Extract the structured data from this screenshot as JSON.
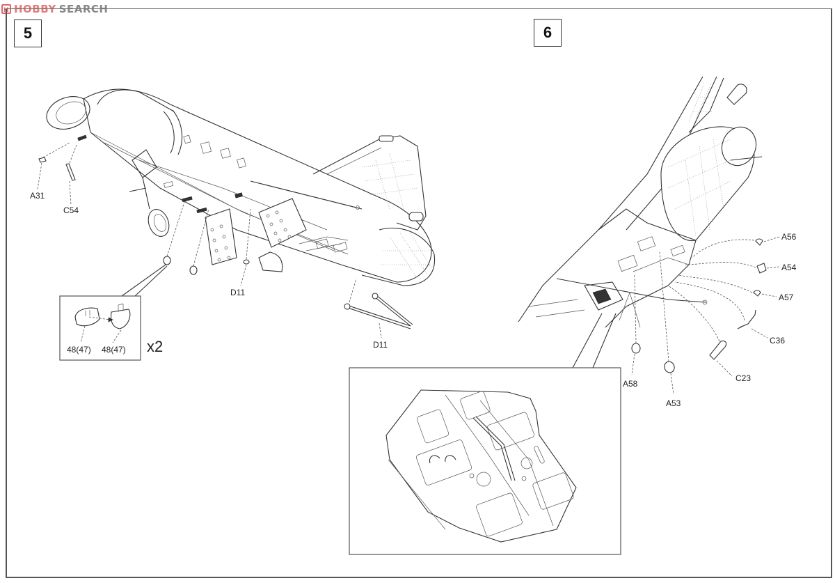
{
  "watermark": {
    "logo_glyph": "H",
    "brand_part1": "HOBBY",
    "brand_part2": "SEARCH",
    "hobby_color": "#e47a7a",
    "search_color": "#888888"
  },
  "document": {
    "type": "model kit assembly instructions"
  },
  "steps": [
    {
      "number": "5",
      "part_labels": [
        {
          "id": "A31"
        },
        {
          "id": "C54"
        },
        {
          "id": "D11_front",
          "text": "D11"
        },
        {
          "id": "D11_rear",
          "text": "D11"
        }
      ],
      "sub_assembly": {
        "parts": [
          "48(47)",
          "48(47)"
        ],
        "multiplier": "x2"
      }
    },
    {
      "number": "6",
      "part_labels": [
        "A56",
        "A54",
        "A57",
        "C36",
        "C23",
        "A58",
        "A53"
      ],
      "detail_inset": {
        "description": "enlarged underside panel detail"
      }
    }
  ],
  "labels": {
    "a31": "A31",
    "c54": "C54",
    "d11a": "D11",
    "d11b": "D11",
    "p48a": "48(47)",
    "p48b": "48(47)",
    "x2": "x2",
    "a56": "A56",
    "a54": "A54",
    "a57": "A57",
    "c36": "C36",
    "c23": "C23",
    "a58": "A58",
    "a53": "A53"
  }
}
